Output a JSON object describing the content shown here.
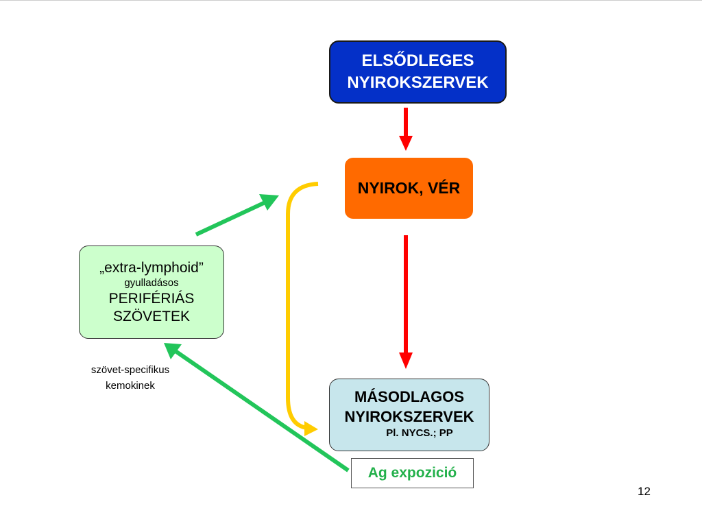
{
  "diagram": {
    "nodes": {
      "primary_organs": {
        "lines": [
          "ELSŐDLEGES",
          "NYIROKSZERVEK"
        ]
      },
      "lymph_blood": {
        "label": "NYIROK, VÉR"
      },
      "secondary_organs": {
        "lines": [
          "MÁSODLAGOS",
          "NYIROKSZERVEK",
          "Pl. NYCS.; PP"
        ]
      },
      "peripheral_tissues": {
        "lines": [
          "„extra-lymphoid”",
          "gyulladásos",
          "PERIFÉRIÁS",
          "SZÖVETEK"
        ]
      },
      "antigen_exposure": {
        "label": "Ag expozició"
      }
    },
    "annotation": {
      "lines": [
        "szövet-specifikus",
        "kemokinek"
      ]
    },
    "colors": {
      "primary_box": "#0430c8",
      "blood_box": "#ff6a00",
      "secondary_box": "#c7e6ec",
      "peripheral_box": "#ccffcc",
      "red_arrow": "#ff0000",
      "green_arrow": "#22c55a",
      "yellow_bracket": "#ffcc00"
    }
  },
  "slide": {
    "page_number": "12"
  }
}
